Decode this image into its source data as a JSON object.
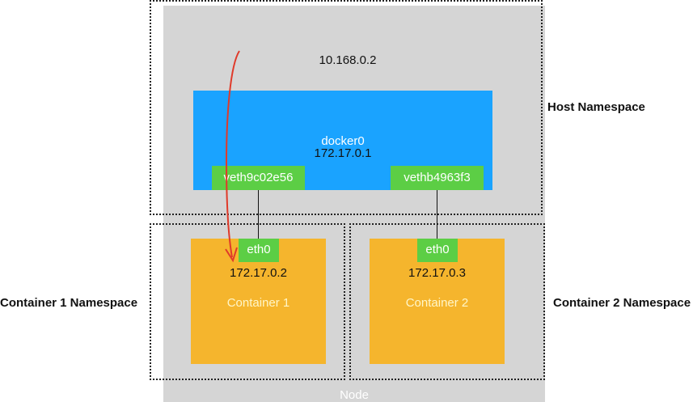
{
  "node": {
    "label": "Node",
    "bg_color": "#d5d5d5"
  },
  "namespaces": {
    "host": {
      "label": "Host Namespace"
    },
    "container1": {
      "label": "Container 1 Namespace"
    },
    "container2": {
      "label": "Container 2 Namespace"
    }
  },
  "host": {
    "ip": "10.168.0.2"
  },
  "bridge": {
    "name": "docker0",
    "ip": "172.17.0.1",
    "color": "#1aa3ff"
  },
  "veths": [
    {
      "name": "veth9c02e56"
    },
    {
      "name": "vethb4963f3"
    }
  ],
  "containers": [
    {
      "name": "Container 1",
      "iface": "eth0",
      "ip": "172.17.0.2"
    },
    {
      "name": "Container  2",
      "iface": "eth0",
      "ip": "172.17.0.3"
    }
  ],
  "colors": {
    "container": "#f5b52d",
    "iface": "#5cce45",
    "arrow": "#e03a2a"
  },
  "annotation": {
    "type": "red-arrow",
    "from": "host",
    "to": "container1.eth0"
  }
}
